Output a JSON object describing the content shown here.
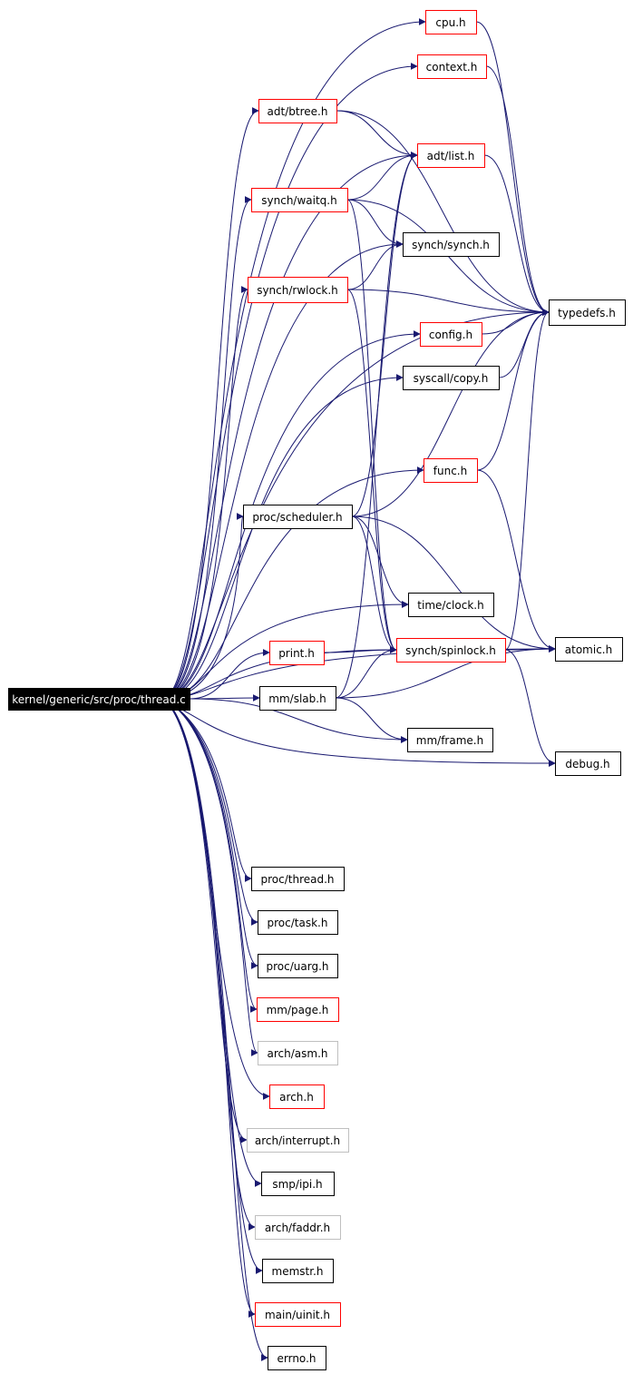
{
  "colors": {
    "edge": "#191970",
    "border_normal": "#000000",
    "border_truncated": "#ff0000",
    "border_undocumented": "#bfbfbf",
    "root_fill": "#000000",
    "root_text": "#ffffff",
    "node_fill": "#ffffff",
    "node_text": "#000000"
  },
  "nodes": [
    {
      "id": "root",
      "label": "kernel/generic/src/proc/thread.c",
      "kind": "root"
    },
    {
      "id": "cpu",
      "label": "cpu.h",
      "kind": "truncated"
    },
    {
      "id": "context",
      "label": "context.h",
      "kind": "truncated"
    },
    {
      "id": "btree",
      "label": "adt/btree.h",
      "kind": "truncated"
    },
    {
      "id": "list",
      "label": "adt/list.h",
      "kind": "truncated"
    },
    {
      "id": "waitq",
      "label": "synch/waitq.h",
      "kind": "truncated"
    },
    {
      "id": "synch",
      "label": "synch/synch.h",
      "kind": "normal"
    },
    {
      "id": "rwlock",
      "label": "synch/rwlock.h",
      "kind": "truncated"
    },
    {
      "id": "typedefs",
      "label": "typedefs.h",
      "kind": "normal"
    },
    {
      "id": "config",
      "label": "config.h",
      "kind": "truncated"
    },
    {
      "id": "copy",
      "label": "syscall/copy.h",
      "kind": "normal"
    },
    {
      "id": "func",
      "label": "func.h",
      "kind": "truncated"
    },
    {
      "id": "scheduler",
      "label": "proc/scheduler.h",
      "kind": "normal"
    },
    {
      "id": "clock",
      "label": "time/clock.h",
      "kind": "normal"
    },
    {
      "id": "print",
      "label": "print.h",
      "kind": "truncated"
    },
    {
      "id": "spinlock",
      "label": "synch/spinlock.h",
      "kind": "truncated"
    },
    {
      "id": "atomic",
      "label": "atomic.h",
      "kind": "normal"
    },
    {
      "id": "slab",
      "label": "mm/slab.h",
      "kind": "normal"
    },
    {
      "id": "frame",
      "label": "mm/frame.h",
      "kind": "normal"
    },
    {
      "id": "debug",
      "label": "debug.h",
      "kind": "normal"
    },
    {
      "id": "pthread",
      "label": "proc/thread.h",
      "kind": "normal"
    },
    {
      "id": "ptask",
      "label": "proc/task.h",
      "kind": "normal"
    },
    {
      "id": "puarg",
      "label": "proc/uarg.h",
      "kind": "normal"
    },
    {
      "id": "page",
      "label": "mm/page.h",
      "kind": "truncated"
    },
    {
      "id": "asm",
      "label": "arch/asm.h",
      "kind": "undocumented"
    },
    {
      "id": "arch",
      "label": "arch.h",
      "kind": "truncated"
    },
    {
      "id": "interrupt",
      "label": "arch/interrupt.h",
      "kind": "undocumented"
    },
    {
      "id": "ipi",
      "label": "smp/ipi.h",
      "kind": "normal"
    },
    {
      "id": "faddr",
      "label": "arch/faddr.h",
      "kind": "undocumented"
    },
    {
      "id": "memstr",
      "label": "memstr.h",
      "kind": "normal"
    },
    {
      "id": "uinit",
      "label": "main/uinit.h",
      "kind": "truncated"
    },
    {
      "id": "errno",
      "label": "errno.h",
      "kind": "normal"
    }
  ],
  "edges": [
    [
      "root",
      "cpu"
    ],
    [
      "root",
      "context"
    ],
    [
      "root",
      "btree"
    ],
    [
      "root",
      "list"
    ],
    [
      "root",
      "waitq"
    ],
    [
      "root",
      "synch"
    ],
    [
      "root",
      "rwlock"
    ],
    [
      "root",
      "typedefs"
    ],
    [
      "root",
      "config"
    ],
    [
      "root",
      "copy"
    ],
    [
      "root",
      "func"
    ],
    [
      "root",
      "scheduler"
    ],
    [
      "root",
      "clock"
    ],
    [
      "root",
      "print"
    ],
    [
      "root",
      "spinlock"
    ],
    [
      "root",
      "atomic"
    ],
    [
      "root",
      "slab"
    ],
    [
      "root",
      "frame"
    ],
    [
      "root",
      "debug"
    ],
    [
      "root",
      "pthread"
    ],
    [
      "root",
      "ptask"
    ],
    [
      "root",
      "puarg"
    ],
    [
      "root",
      "page"
    ],
    [
      "root",
      "asm"
    ],
    [
      "root",
      "arch"
    ],
    [
      "root",
      "interrupt"
    ],
    [
      "root",
      "ipi"
    ],
    [
      "root",
      "faddr"
    ],
    [
      "root",
      "memstr"
    ],
    [
      "root",
      "uinit"
    ],
    [
      "root",
      "errno"
    ],
    [
      "cpu",
      "typedefs"
    ],
    [
      "context",
      "typedefs"
    ],
    [
      "btree",
      "list"
    ],
    [
      "btree",
      "typedefs"
    ],
    [
      "list",
      "typedefs"
    ],
    [
      "waitq",
      "list"
    ],
    [
      "waitq",
      "synch"
    ],
    [
      "waitq",
      "typedefs"
    ],
    [
      "waitq",
      "spinlock"
    ],
    [
      "rwlock",
      "synch"
    ],
    [
      "rwlock",
      "typedefs"
    ],
    [
      "rwlock",
      "spinlock"
    ],
    [
      "config",
      "typedefs"
    ],
    [
      "copy",
      "typedefs"
    ],
    [
      "func",
      "typedefs"
    ],
    [
      "func",
      "atomic"
    ],
    [
      "scheduler",
      "list"
    ],
    [
      "scheduler",
      "typedefs"
    ],
    [
      "scheduler",
      "clock"
    ],
    [
      "scheduler",
      "spinlock"
    ],
    [
      "scheduler",
      "atomic"
    ],
    [
      "print",
      "spinlock"
    ],
    [
      "spinlock",
      "typedefs"
    ],
    [
      "spinlock",
      "atomic"
    ],
    [
      "spinlock",
      "debug"
    ],
    [
      "slab",
      "list"
    ],
    [
      "slab",
      "spinlock"
    ],
    [
      "slab",
      "atomic"
    ],
    [
      "slab",
      "frame"
    ]
  ]
}
